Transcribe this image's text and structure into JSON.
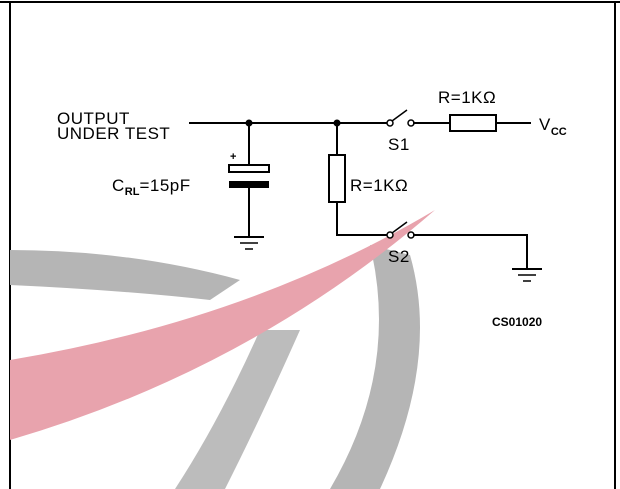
{
  "labels": {
    "output_line1": "OUTPUT",
    "output_line2": "UNDER TEST",
    "cap_prefix": "C",
    "cap_sub": "RL",
    "cap_value": "=15pF",
    "cap_polarity": "+",
    "r1": "R=1KΩ",
    "r2": "R=1KΩ",
    "s1": "S1",
    "s2": "S2",
    "vcc_main": "V",
    "vcc_sub": "CC",
    "figure_code": "CS01020"
  },
  "colors": {
    "wire": "#000000",
    "watermark_red": "#e8a3ad",
    "watermark_grey": "#b5b5b5"
  }
}
